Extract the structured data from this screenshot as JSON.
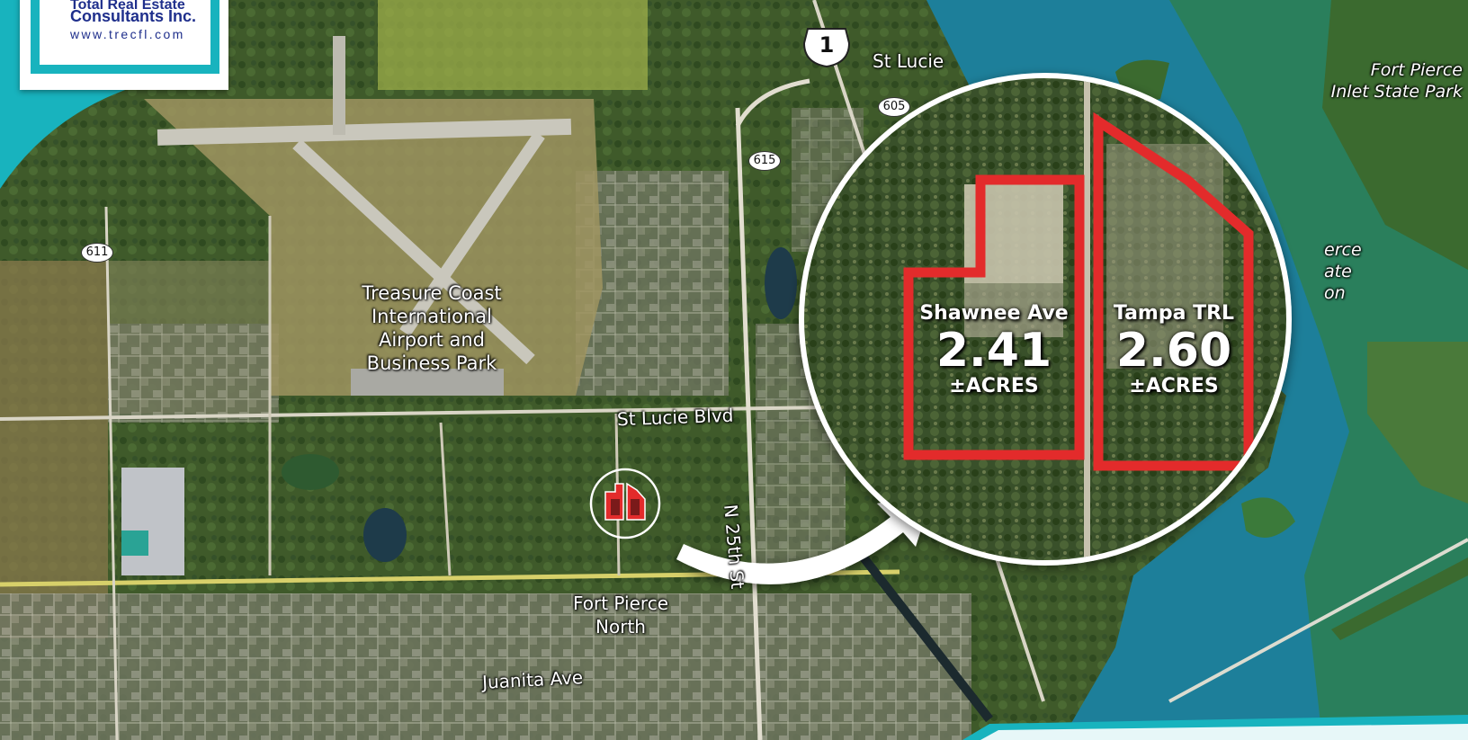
{
  "logo": {
    "line1": "Total Real Estate",
    "line2": "Consultants Inc.",
    "website": "www.trecfl.com"
  },
  "places": {
    "st_lucie": "St Lucie",
    "fort_pierce_inlet": "Fort Pierce\nInlet State Park",
    "airport": "Treasure Coast\nInternational\nAirport and\nBusiness Park",
    "st_lucie_blvd": "St Lucie Blvd",
    "n25th": "N 25th St",
    "fort_pierce_north": "Fort Pierce\nNorth",
    "juanita_ave": "Juanita Ave",
    "partial_right": "erce\nate\non"
  },
  "shields": {
    "us1": "1",
    "r605": "605",
    "r615": "615",
    "r611": "611"
  },
  "parcels": [
    {
      "street": "Shawnee Ave",
      "acres": "2.41",
      "unit": "±ACRES"
    },
    {
      "street": "Tampa TRL",
      "acres": "2.60",
      "unit": "±ACRES"
    }
  ],
  "colors": {
    "parcel_outline": "#e32b2b",
    "brand_teal": "#18b3be",
    "brand_navy": "#1f2f8c",
    "water": "#1d7f9a"
  },
  "icons": {
    "location_marker": "parcel-marker-icon",
    "callout_arrow": "callout-arrow-icon"
  }
}
